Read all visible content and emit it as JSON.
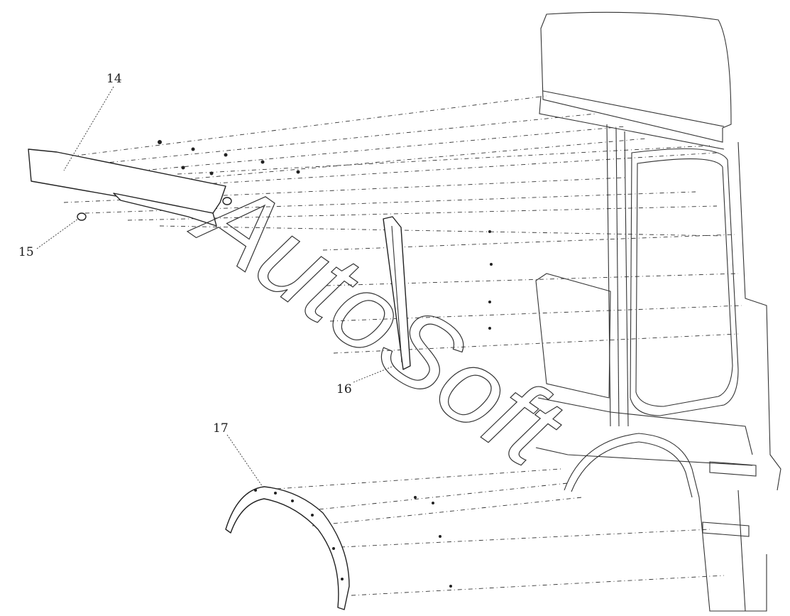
{
  "callouts": {
    "c14": "14",
    "c15": "15",
    "c16": "16",
    "c17": "17"
  },
  "watermark": "AutoSoft"
}
